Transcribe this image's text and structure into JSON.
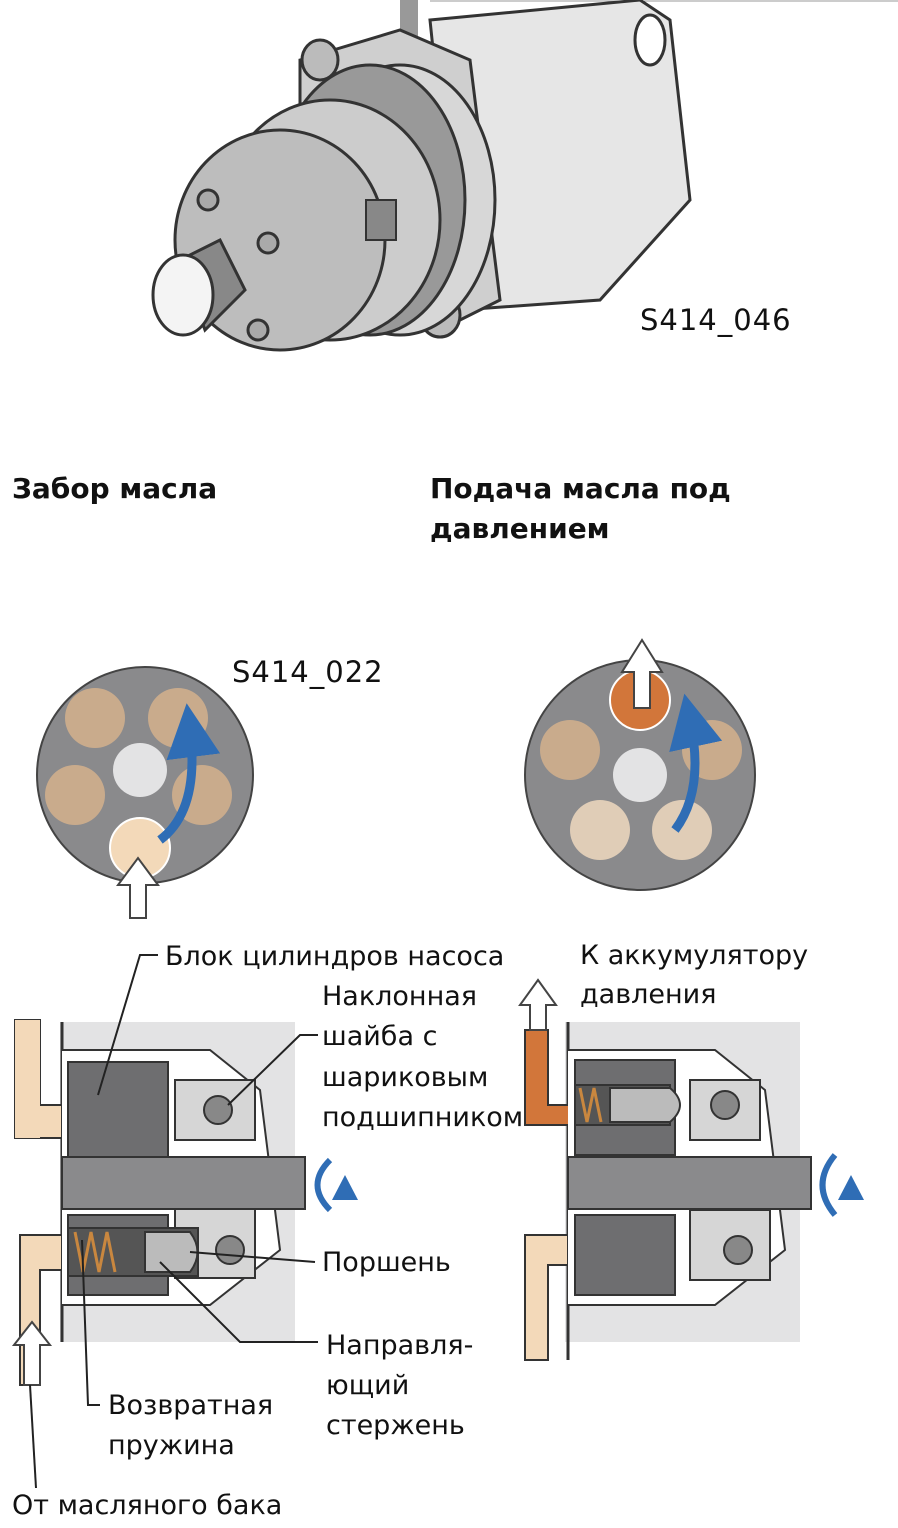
{
  "figure_codes": {
    "pump": "S414_046",
    "cycle": "S414_022"
  },
  "headings": {
    "intake": "Забор масла",
    "delivery_line1": "Подача масла под",
    "delivery_line2": "давлением"
  },
  "labels": {
    "cylinder_block": "Блок цилиндров насоса",
    "swashplate_l1": "Наклонная",
    "swashplate_l2": "шайба с",
    "swashplate_l3": "шариковым",
    "swashplate_l4": "подшипником",
    "piston": "Поршень",
    "guide_l1": "Направля-",
    "guide_l2": "ющий",
    "guide_l3": "стержень",
    "spring_l1": "Возвратная",
    "spring_l2": "пружина",
    "from_tank": "От масляного бака",
    "to_accum_l1": "К аккумулятору",
    "to_accum_l2": "давления"
  },
  "colors": {
    "gray": "#8a8a8c",
    "light_gray": "#e3e3e4",
    "oil_light": "#f3d9b9",
    "oil_pressure": "#d2763a",
    "arrow_blue": "#2f6db5",
    "chamber": "#c9ab8c"
  }
}
